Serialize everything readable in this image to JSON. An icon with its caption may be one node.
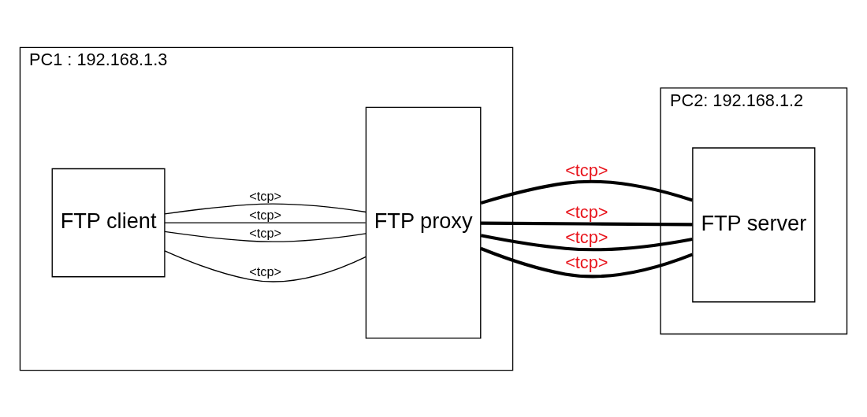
{
  "diagram": {
    "nodes": [
      {
        "text": [
          "PC1 : 192.168.1.3"
        ]
      },
      {
        "text": [
          "FTP client"
        ],
        "in": 0
      },
      {
        "text": [
          "FTP proxy"
        ],
        "in": 0
      },
      {
        "text": [
          "PC2: 192.168.1.2"
        ]
      },
      {
        "text": [
          "FTP server"
        ],
        "in": 3
      }
    ],
    "edges": [
      {
        "from": 1,
        "to": 2,
        "arrow": "none",
        "label": "<tcp>"
      },
      {
        "from": 1,
        "to": 2,
        "arrow": "none",
        "label": "<tcp>"
      },
      {
        "from": 1,
        "to": 2,
        "arrow": "none",
        "label": "<tcp>"
      },
      {
        "from": 1,
        "to": 2,
        "arrow": "none",
        "label": "<tcp>"
      },
      {
        "from": 2,
        "to": 4,
        "arrow": "none",
        "label": "<tcp>",
        "style": "thick"
      },
      {
        "from": 2,
        "to": 4,
        "arrow": "none",
        "label": "<tcp>",
        "style": "thick"
      },
      {
        "from": 2,
        "to": 4,
        "arrow": "none",
        "label": "<tcp>",
        "style": "thick"
      },
      {
        "from": 2,
        "to": 4,
        "arrow": "none",
        "label": "<tcp>",
        "style": "thick"
      }
    ]
  }
}
